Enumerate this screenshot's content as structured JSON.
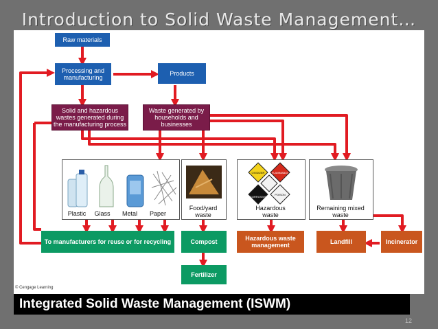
{
  "slide": {
    "title": "Introduction to Solid Waste Management…",
    "banner": "Integrated Solid Waste Management (ISWM)",
    "page_number": "12",
    "credit": "© Cengage Learning"
  },
  "diagram": {
    "raw_materials": "Raw materials",
    "processing": "Processing and manufacturing",
    "products": "Products",
    "manufacturing_waste": "Solid and hazardous wastes generated during the manufacturing process",
    "household_waste": "Waste generated by households and businesses",
    "recyclables": {
      "items": [
        "Plastic",
        "Glass",
        "Metal",
        "Paper"
      ]
    },
    "food_yard": "Food/yard waste",
    "hazardous": "Hazardous waste",
    "hazard_signs": [
      "OXIDIZER",
      "FLAMMABLE",
      "CORROSIVE",
      "POISON"
    ],
    "remaining": "Remaining mixed waste",
    "reuse": "To manufacturers for reuse or for recycling",
    "compost": "Compost",
    "fertilizer": "Fertilizer",
    "hazmat_mgmt": "Hazardous waste management",
    "landfill": "Landfill",
    "incinerator": "Incinerator"
  },
  "colors": {
    "arrow": "#e11b22",
    "blue": "#1d5fb0",
    "maroon": "#7a1c49",
    "green": "#0c9a63",
    "orange": "#c9561e"
  }
}
